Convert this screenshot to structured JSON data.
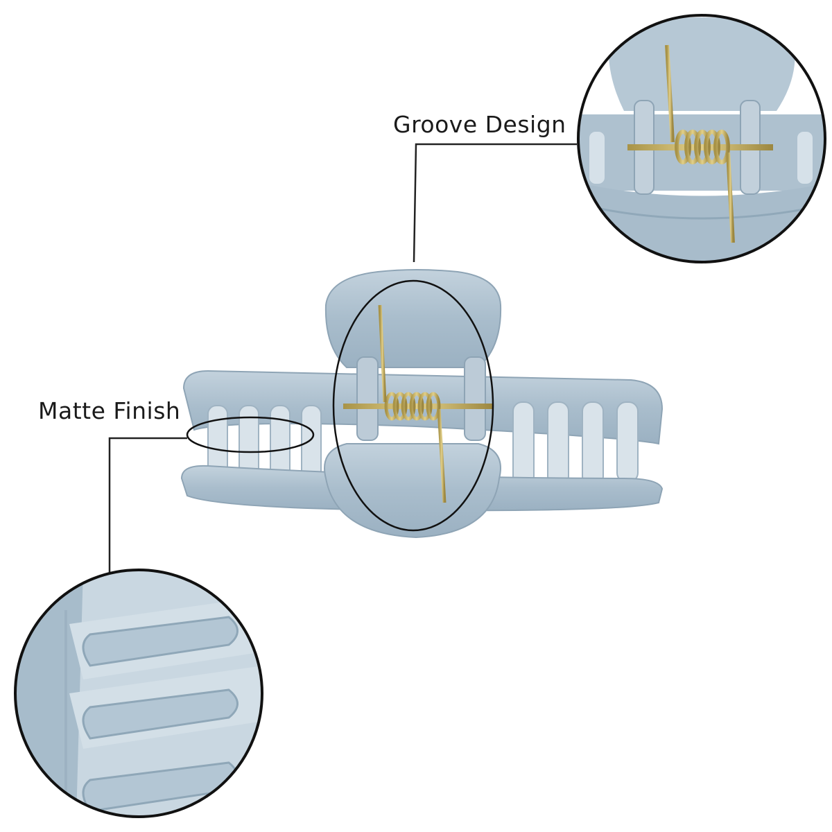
{
  "callouts": {
    "groove": {
      "label": "Groove Design"
    },
    "matte": {
      "label": "Matte Finish"
    }
  },
  "colors": {
    "clip_body": "#a9bdcc",
    "clip_light": "#c8d6e0",
    "clip_dark": "#7f97aa",
    "spring_gold": "#c9b56a",
    "outline": "#111111",
    "leader_line": "#222222"
  },
  "icons": {
    "product": "claw-hair-clip",
    "zoom_top": "spring-hinge-closeup",
    "zoom_bottom": "teeth-closeup"
  }
}
